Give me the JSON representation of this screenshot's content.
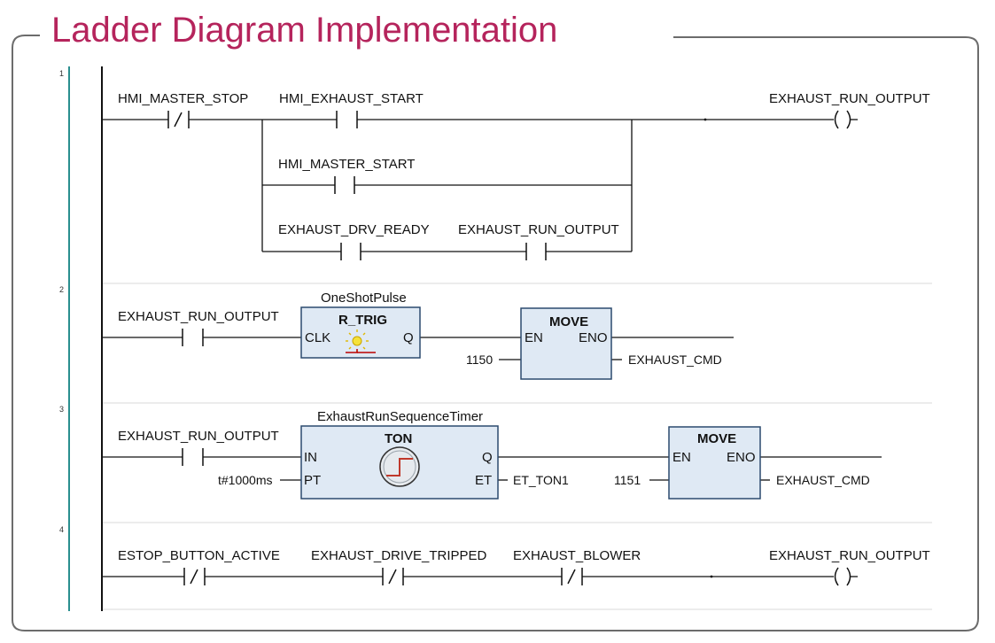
{
  "title": "Ladder Diagram Implementation",
  "rungs": [
    {
      "number": "1",
      "contacts": [
        {
          "id": "r1c1",
          "label": "HMI_MASTER_STOP",
          "type": "NC"
        },
        {
          "id": "r1c2",
          "label": "HMI_EXHAUST_START",
          "type": "NO"
        },
        {
          "id": "r1c3",
          "label": "HMI_MASTER_START",
          "type": "NO"
        },
        {
          "id": "r1c4",
          "label": "EXHAUST_DRV_READY",
          "type": "NO"
        },
        {
          "id": "r1c5",
          "label": "EXHAUST_RUN_OUTPUT",
          "type": "NO"
        }
      ],
      "coil": {
        "label": "EXHAUST_RUN_OUTPUT"
      }
    },
    {
      "number": "2",
      "contact": {
        "label": "EXHAUST_RUN_OUTPUT",
        "type": "NO"
      },
      "block1": {
        "instance": "OneShotPulse",
        "type": "R_TRIG",
        "in": "CLK",
        "out": "Q"
      },
      "block2": {
        "type": "MOVE",
        "en": "EN",
        "eno": "ENO",
        "input_value": "1150",
        "output": "EXHAUST_CMD"
      }
    },
    {
      "number": "3",
      "contact": {
        "label": "EXHAUST_RUN_OUTPUT",
        "type": "NO"
      },
      "block1": {
        "instance": "ExhaustRunSequenceTimer",
        "type": "TON",
        "in": "IN",
        "pt": "PT",
        "q": "Q",
        "et": "ET",
        "pt_value": "t#1000ms",
        "et_output": "ET_TON1"
      },
      "block2": {
        "type": "MOVE",
        "en": "EN",
        "eno": "ENO",
        "input_value": "1151",
        "output": "EXHAUST_CMD"
      }
    },
    {
      "number": "4",
      "contacts": [
        {
          "id": "r4c1",
          "label": "ESTOP_BUTTON_ACTIVE",
          "type": "NC"
        },
        {
          "id": "r4c2",
          "label": "EXHAUST_DRIVE_TRIPPED",
          "type": "NC"
        },
        {
          "id": "r4c3",
          "label": "EXHAUST_BLOWER",
          "type": "NC"
        }
      ],
      "coil": {
        "label": "EXHAUST_RUN_OUTPUT"
      }
    }
  ],
  "colors": {
    "title": "#b5245c",
    "rail_accent": "#2a8f8f",
    "block_fill": "#dfe9f4",
    "block_stroke": "#2c4a6e"
  }
}
